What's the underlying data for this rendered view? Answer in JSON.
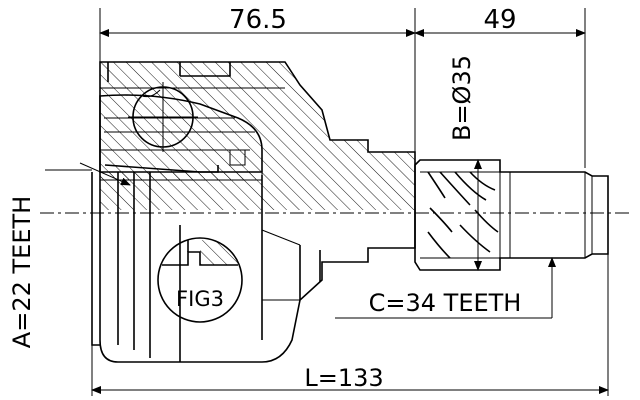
{
  "dimensions": {
    "top_left": "76.5",
    "top_right": "49",
    "diameter": "B=Ø35",
    "teeth_inner": "A=22 TEETH",
    "teeth_outer": "C=34 TEETH",
    "length": "L=133"
  },
  "callout": {
    "label": "FIG3"
  }
}
